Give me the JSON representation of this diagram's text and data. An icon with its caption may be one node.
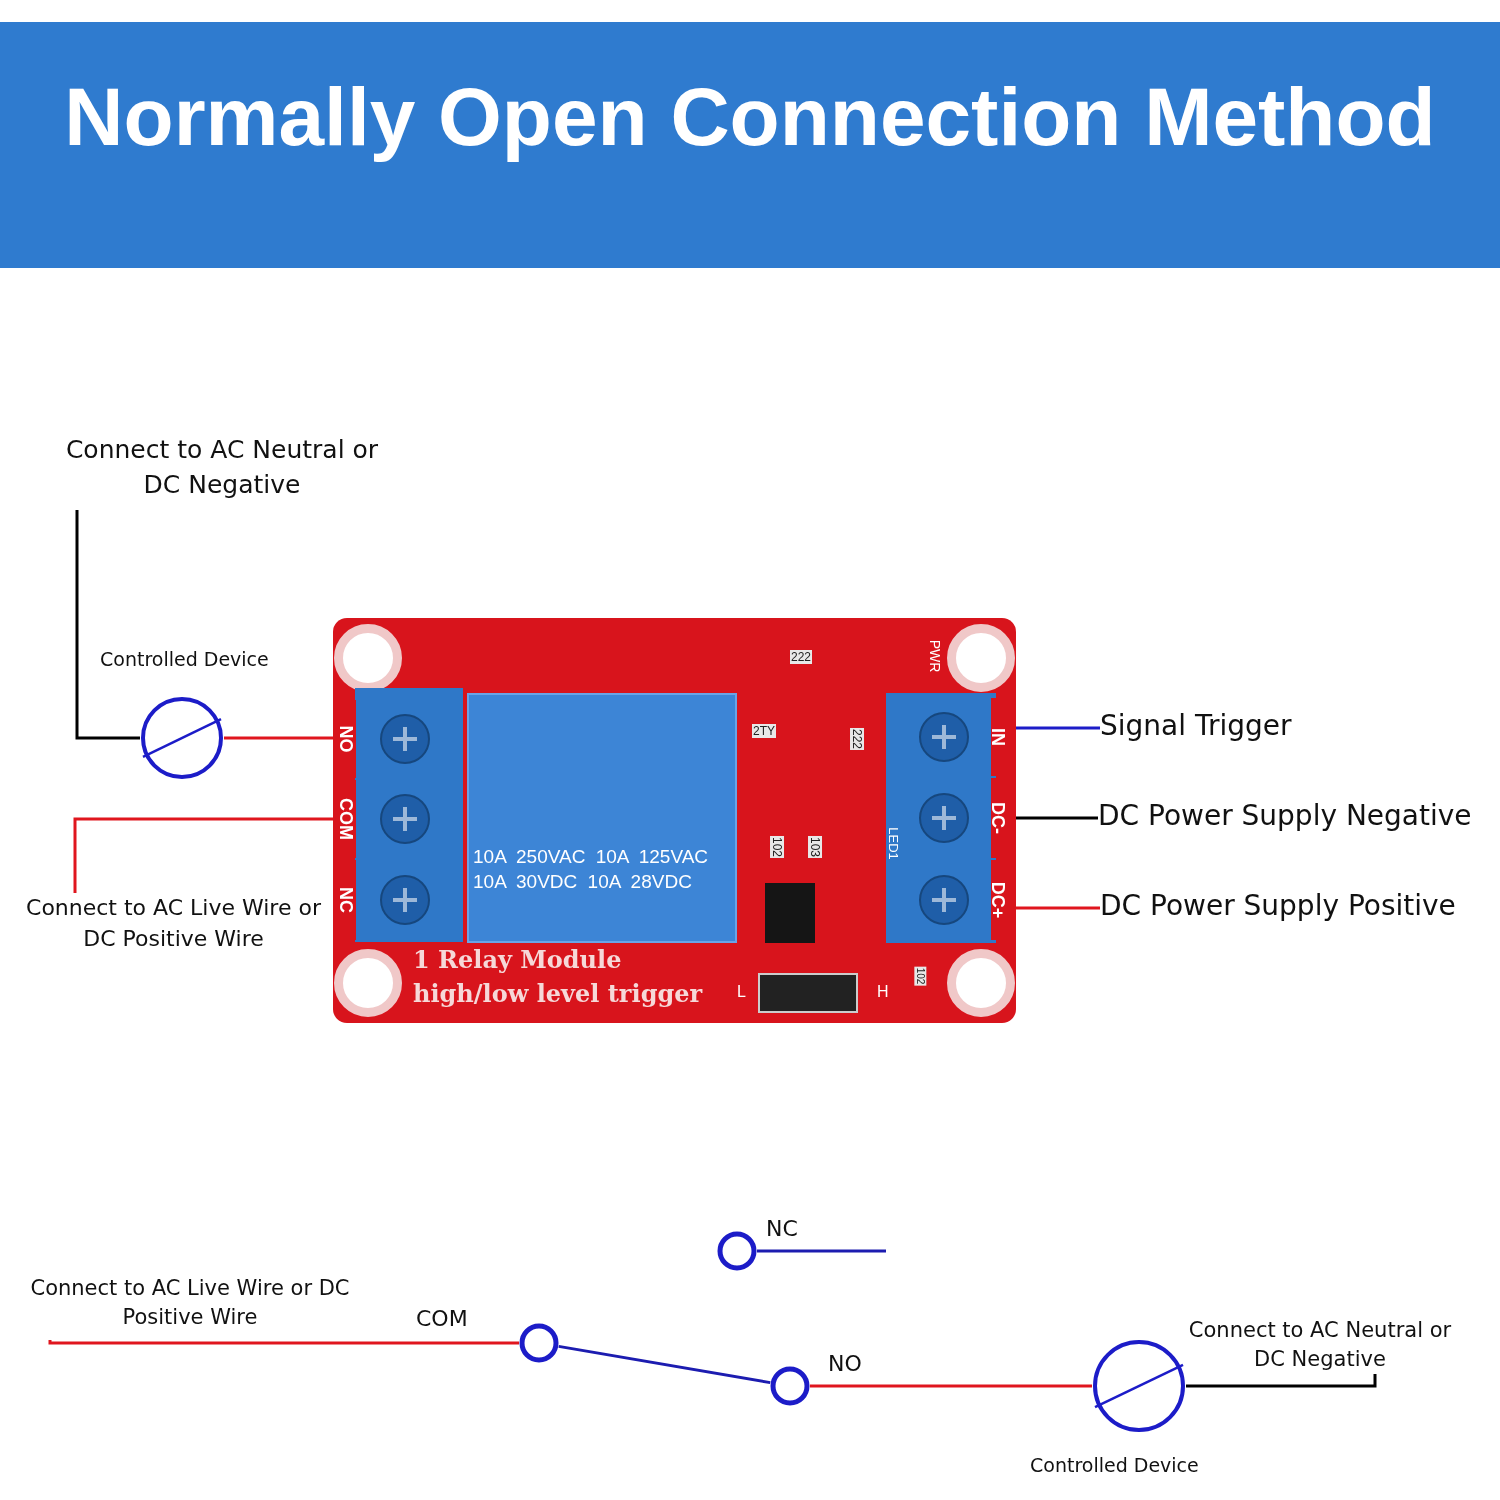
{
  "diagram": {
    "title": "Normally Open Connection Method",
    "nodes": [
      {
        "text": [
          "Connect to AC Neutral or DC Negative"
        ]
      },
      {
        "text": [],
        "shape": "circle",
        "beside": [
          "Controlled Device"
        ]
      },
      {
        "text": [
          "1 Relay Module high/low level trigger"
        ]
      },
      {
        "text": [
          "10A 250VAC 10A 125VAC 10A 30VDC 10A 28VDC"
        ],
        "in": 2
      },
      {
        "text": [
          "NO"
        ],
        "in": 2
      },
      {
        "text": [
          "COM"
        ],
        "in": 2
      },
      {
        "text": [
          "NC"
        ],
        "in": 2
      },
      {
        "text": [
          "IN"
        ],
        "in": 2
      },
      {
        "text": [
          "DC-"
        ],
        "in": 2
      },
      {
        "text": [
          "DC+"
        ],
        "in": 2
      },
      {
        "text": [
          "Connect to AC Live Wire or DC Positive Wire"
        ]
      },
      {
        "text": [
          "Signal Trigger"
        ]
      },
      {
        "text": [
          "DC Power Supply Negative"
        ]
      },
      {
        "text": [
          "DC Power Supply Positive"
        ]
      },
      {
        "text": [
          "Connect to AC Live Wire or DC Positive Wire"
        ]
      },
      {
        "text": [],
        "shape": "circle",
        "beside": [
          "NC"
        ]
      },
      {
        "text": [],
        "shape": "circle",
        "beside": [
          "COM"
        ]
      },
      {
        "text": [],
        "shape": "circle",
        "beside": [
          "NO"
        ]
      },
      {
        "text": [],
        "shape": "circle",
        "beside": [
          "Controlled Device"
        ]
      },
      {
        "text": [
          "Connect to AC Neutral or DC Negative"
        ]
      }
    ],
    "edges": [
      {
        "from": 0,
        "to": 1,
        "arrow": "none",
        "color": "#000000"
      },
      {
        "from": 1,
        "to": 4,
        "arrow": "none",
        "color": "#e0161e"
      },
      {
        "from": 10,
        "to": 5,
        "arrow": "none",
        "color": "#e0161e"
      },
      {
        "from": 7,
        "to": 11,
        "arrow": "none",
        "color": "#1c1cc8"
      },
      {
        "from": 8,
        "to": 12,
        "arrow": "none",
        "color": "#000000"
      },
      {
        "from": 9,
        "to": 13,
        "arrow": "none",
        "color": "#e0161e"
      },
      {
        "from": 14,
        "to": 16,
        "arrow": "none",
        "color": "#e0161e"
      },
      {
        "from": 16,
        "to": 17,
        "arrow": "none",
        "color": "#1c1cb0"
      },
      {
        "from": 15,
        "to": null,
        "arrow": "none",
        "color": "#1c1cb0"
      },
      {
        "from": 17,
        "to": 18,
        "arrow": "none",
        "color": "#e0161e"
      },
      {
        "from": 18,
        "to": 19,
        "arrow": "none",
        "color": "#000000"
      }
    ],
    "labels": [
      "222",
      "PWR",
      "2TY",
      "222",
      "102",
      "103",
      "LED1",
      "L",
      "H",
      "102"
    ]
  }
}
